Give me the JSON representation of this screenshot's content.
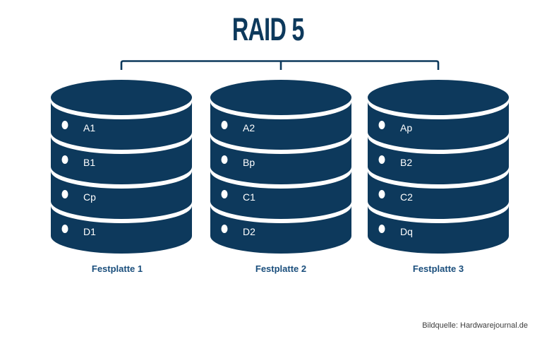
{
  "title": "RAID 5",
  "colors": {
    "navy": "#0d395c",
    "label_blue": "#1a4e7c",
    "source_gray": "#3c3c3c",
    "block_text": "#ffffff",
    "background": "#ffffff"
  },
  "disks": [
    {
      "name": "Festplatte 1",
      "blocks": [
        "A1",
        "B1",
        "Cp",
        "D1"
      ]
    },
    {
      "name": "Festplatte 2",
      "blocks": [
        "A2",
        "Bp",
        "C1",
        "D2"
      ]
    },
    {
      "name": "Festplatte 3",
      "blocks": [
        "Ap",
        "B2",
        "C2",
        "Dq"
      ]
    }
  ],
  "source_credit": "Bildquelle: Hardwarejournal.de"
}
